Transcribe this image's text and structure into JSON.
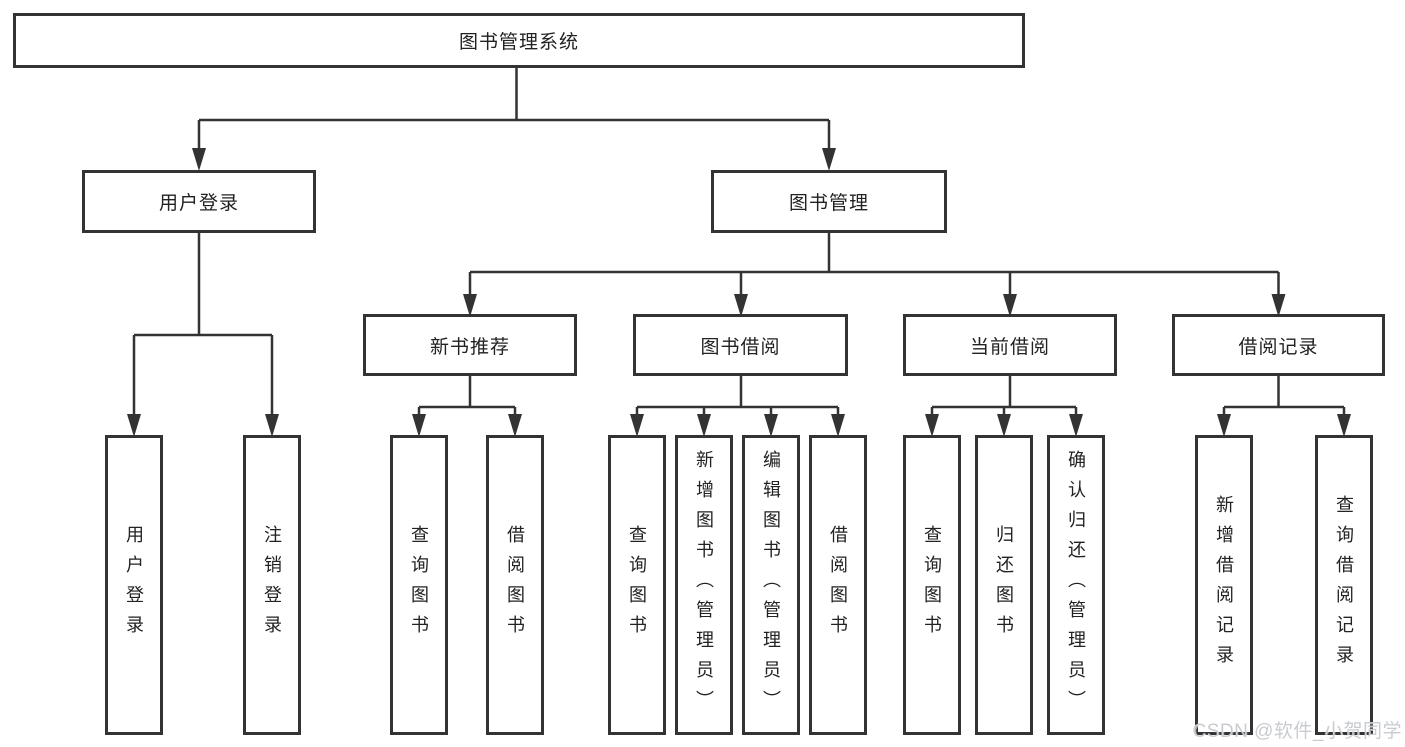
{
  "diagram": {
    "root": {
      "label": "图书管理系统"
    },
    "level2": [
      {
        "label": "用户登录",
        "children": [
          {
            "label": "用户登录"
          },
          {
            "label": "注销登录"
          }
        ]
      },
      {
        "label": "图书管理",
        "children": [
          {
            "label": "新书推荐",
            "children": [
              {
                "label": "查询图书"
              },
              {
                "label": "借阅图书"
              }
            ]
          },
          {
            "label": "图书借阅",
            "children": [
              {
                "label": "查询图书"
              },
              {
                "label": "新增图书（管理员）"
              },
              {
                "label": "编辑图书（管理员）"
              },
              {
                "label": "借阅图书"
              }
            ]
          },
          {
            "label": "当前借阅",
            "children": [
              {
                "label": "查询图书"
              },
              {
                "label": "归还图书"
              },
              {
                "label": "确认归还（管理员）"
              }
            ]
          },
          {
            "label": "借阅记录",
            "children": [
              {
                "label": "新增借阅记录"
              },
              {
                "label": "查询借阅记录"
              }
            ]
          }
        ]
      }
    ]
  },
  "watermark": {
    "text": "CSDN @软件_小贺同学"
  },
  "colors": {
    "line": "#333333",
    "box_border": "#333333",
    "box_bg": "#ffffff",
    "text": "#222222",
    "watermark": "#c8ccd0"
  }
}
